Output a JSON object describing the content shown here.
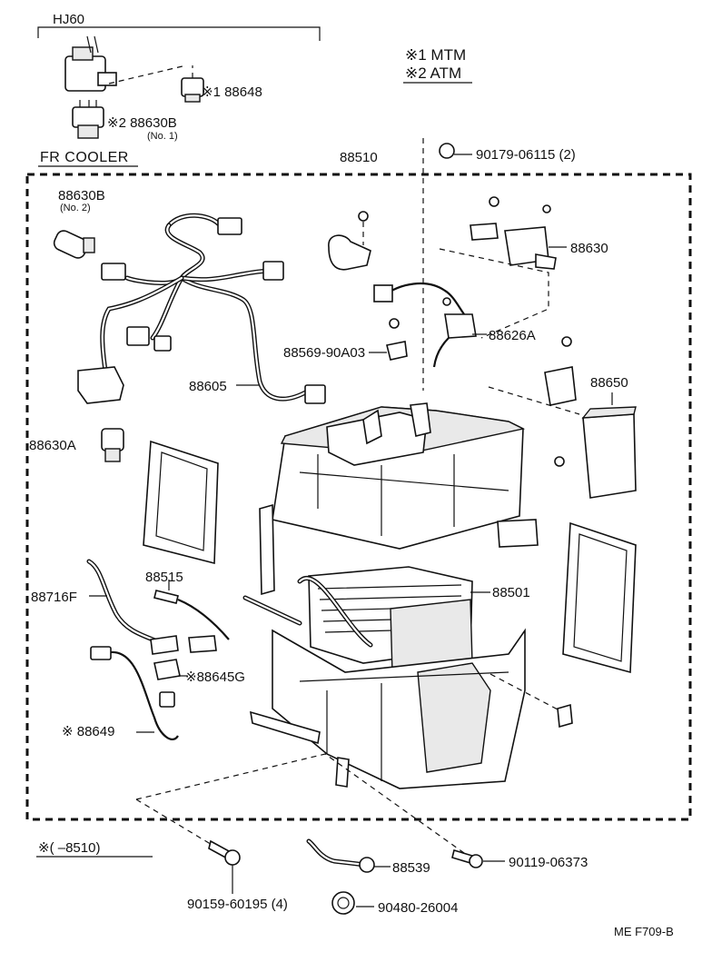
{
  "header": {
    "model": "HJ60",
    "section": "FR COOLER",
    "note_mtm": "※1 MTM",
    "note_atm": "※2 ATM",
    "serial_note": "※(      –8510)",
    "figure_code": "ME  F709-B"
  },
  "parts": {
    "p88648": "※1 88648",
    "p88630B_1": "※2 88630B",
    "p88630B_1_sub": "(No. 1)",
    "p88510": "88510",
    "p90179": "90179-06115 (2)",
    "p88630B_2": "88630B",
    "p88630B_2_sub": "(No. 2)",
    "p88630": "88630",
    "p88569": "88569-90A03",
    "p88626A": "88626A",
    "p88605": "88605",
    "p88650": "88650",
    "p88630A": "88630A",
    "p88515": "88515",
    "p88501": "88501",
    "p88716F": "88716F",
    "p88645G": "※88645G",
    "p88649": "※ 88649",
    "p88539": "88539",
    "p90119": "90119-06373",
    "p90159": "90159-60195 (4)",
    "p90480": "90480-26004"
  }
}
